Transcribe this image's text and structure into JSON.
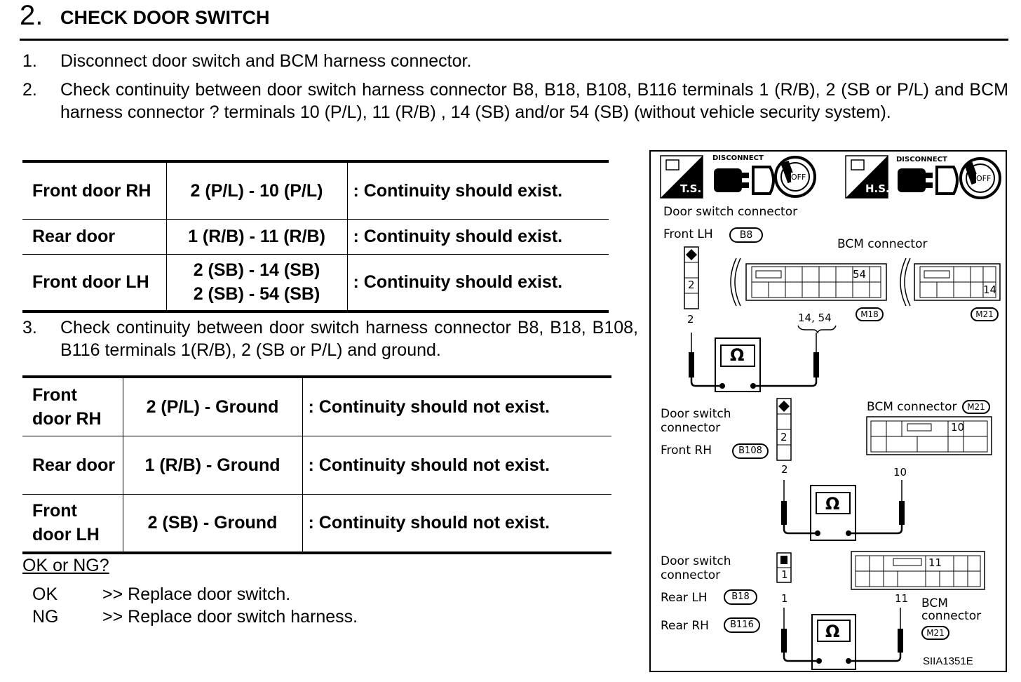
{
  "header": {
    "step_number": "2.",
    "title": "CHECK DOOR SWITCH"
  },
  "steps": [
    {
      "num": "1.",
      "text": "Disconnect door switch and BCM harness connector."
    },
    {
      "num": "2.",
      "text": "Check continuity between door switch harness connector B8, B18, B108, B116 terminals 1 (R/B), 2 (SB or P/L) and BCM harness connector ? terminals 10 (P/L), 11 (R/B) , 14 (SB) and/or  54 (SB) (without vehicle security system)."
    },
    {
      "num": "3.",
      "text": "Check continuity between door switch harness connector B8, B18, B108, B116 terminals 1(R/B), 2 (SB or P/L) and ground."
    }
  ],
  "table1": {
    "rows": [
      {
        "door": "Front door RH",
        "terminals": "2 (P/L) - 10 (P/L)",
        "result": ": Continuity should exist."
      },
      {
        "door": "Rear door",
        "terminals": "1 (R/B) - 11 (R/B)",
        "result": ": Continuity should exist."
      },
      {
        "door": "Front door LH",
        "terminals_1": "2 (SB) - 14 (SB)",
        "terminals_2": "2 (SB) - 54 (SB)",
        "result": ": Continuity should exist."
      }
    ]
  },
  "table2": {
    "rows": [
      {
        "door": "Front door RH",
        "terminals": "2 (P/L) - Ground",
        "result": ": Continuity should not exist."
      },
      {
        "door": "Rear door",
        "terminals": "1 (R/B) - Ground",
        "result": ": Continuity should not exist."
      },
      {
        "door": "Front door LH",
        "terminals": "2 (SB) - Ground",
        "result": ": Continuity should not exist."
      }
    ]
  },
  "ok_ng": {
    "question": "OK or NG?",
    "ok_label": "OK",
    "ok_action": ">> Replace door switch.",
    "ng_label": "NG",
    "ng_action": ">> Replace door switch harness."
  },
  "diagram": {
    "ts_label": "T.S.",
    "hs_label": "H.S.",
    "disconnect_label": "DISCONNECT",
    "off_label": "OFF",
    "door_switch_connector": "Door  switch  connector",
    "front_lh": "Front LH",
    "b8": "B8",
    "bcm_connector": "BCM connector",
    "t54": "54",
    "t14": "14",
    "m18": "M18",
    "m21": "M21",
    "pin2": "2",
    "pin14_54": "14, 54",
    "ohm": "Ω",
    "door_switch_2": "Door  switch",
    "connector_2": "connector",
    "front_rh": "Front RH",
    "b108": "B108",
    "bcm_connector_2": "BCM connector",
    "t10": "10",
    "pin10": "10",
    "door_switch_3": "Door  switch",
    "connector_3": "connector",
    "rear_lh": "Rear LH",
    "b18": "B18",
    "rear_rh": "Rear RH",
    "b116": "B116",
    "pin1": "1",
    "t11": "11",
    "pin11": "11",
    "bcm_3": "BCM",
    "connector_4": "connector",
    "code": "SIIA1351E"
  }
}
